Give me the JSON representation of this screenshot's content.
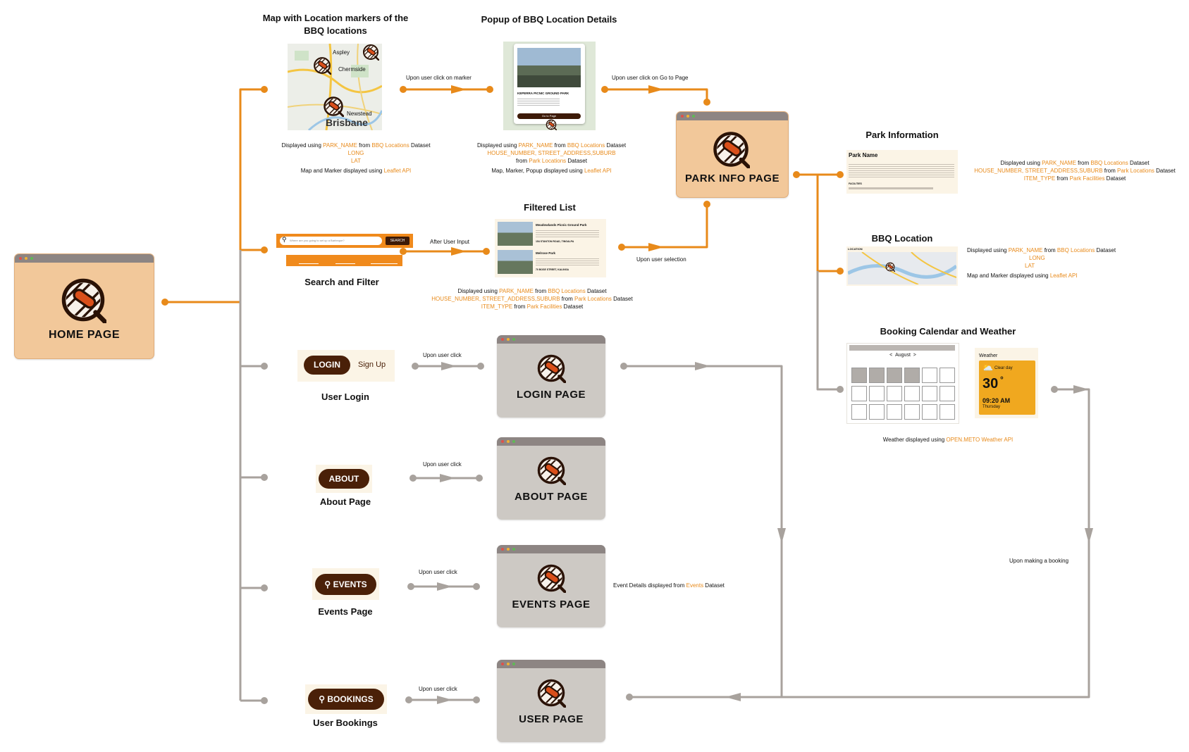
{
  "pages": {
    "home": "HOME PAGE",
    "park_info": "PARK INFO PAGE",
    "login": "LOGIN PAGE",
    "about": "ABOUT PAGE",
    "events": "EVENTS PAGE",
    "user": "USER PAGE"
  },
  "sections": {
    "map": {
      "title_line1": "Map with Location markers of the",
      "title_line2": "BBQ locations",
      "map_labels": [
        "Aspley",
        "Chermside",
        "Newstead",
        "Brisbane"
      ],
      "caption": {
        "pre": "Displayed using ",
        "field": "PARK_NAME",
        "mid": " from ",
        "dataset": "BBQ Locations",
        "post": " Dataset",
        "long": "LONG",
        "lat": "LAT",
        "api_pre": "Map and Marker displayed using ",
        "api": "Leaflet API"
      }
    },
    "popup": {
      "title": "Popup of BBQ Location Details",
      "card_title": "KEPERRA PICNIC GROUND PARK",
      "card_button": "Go to Page",
      "caption": {
        "pre": "Displayed using ",
        "field": "PARK_NAME",
        "mid": " from ",
        "dataset": "BBQ Locations",
        "post": " Dataset",
        "fields2": "HOUSE_NUMBER, STREET_ADDRESS,SUBURB",
        "from_pre": "from ",
        "dataset2": "Park Locations",
        "post2": " Dataset",
        "api_pre": "Map, Marker, Popup displayed using ",
        "api": "Leaflet API"
      }
    },
    "search": {
      "title": "Search and Filter",
      "placeholder": "Where are you going to set up a Barbeque?",
      "button": "SEARCH"
    },
    "filtered": {
      "title": "Filtered List",
      "items": [
        {
          "name": "Meadowlands Picnic Ground Park",
          "address": "154 STANTON ROAD, TINGALPA"
        },
        {
          "name": "Melrose Park",
          "address": "70 BOSE STREET, KALINGA"
        }
      ],
      "caption": {
        "pre": "Displayed using ",
        "field": "PARK_NAME",
        "mid": " from ",
        "dataset": "BBQ Locations",
        "post": " Dataset",
        "fields2": "HOUSE_NUMBER, STREET_ADDRESS,SUBURB",
        "from2": " from ",
        "dataset2": "Park Locations",
        "post2": " Dataset",
        "fields3": "ITEM_TYPE",
        "from3": " from ",
        "dataset3": "Park Facilities",
        "post3": " Dataset"
      }
    },
    "park_information": {
      "title": "Park Information",
      "card_title": "Park Name",
      "card_sub": "FACILITIES",
      "caption": {
        "pre": "Displayed using ",
        "field": "PARK_NAME",
        "mid": " from ",
        "dataset": "BBQ Locations",
        "post": " Dataset",
        "fields2": "HOUSE_NUMBER, STREET_ADDRESS,SUBURB",
        "from2": " from ",
        "dataset2": "Park Locations",
        "post2": " Dataset",
        "fields3": "ITEM_TYPE",
        "from3": " from ",
        "dataset3": "Park Facilities",
        "post3": " Dataset"
      }
    },
    "bbq_location": {
      "title": "BBQ Location",
      "card_label": "LOCATION",
      "caption": {
        "pre": "Displayed using ",
        "field": "PARK_NAME",
        "mid": " from ",
        "dataset": "BBQ Locations",
        "post": " Dataset",
        "long": "LONG",
        "lat": "LAT",
        "api_pre": "Map and Marker displayed using ",
        "api": "Leaflet API"
      }
    },
    "booking": {
      "title": "Booking Calendar and Weather",
      "month": "August",
      "prev": "<",
      "next": ">",
      "weather_header": "Weather",
      "condition": "Clear day",
      "temp": "30",
      "degree": "°",
      "time": "09:20 AM",
      "day": "Thursday",
      "caption_pre": "Weather displayed using ",
      "caption_api": "OPEN.METO Weather API"
    },
    "login": {
      "button": "LOGIN",
      "signup": "Sign Up",
      "title": "User Login"
    },
    "about": {
      "button": "ABOUT",
      "title": "About Page"
    },
    "events": {
      "button": "EVENTS",
      "title": "Events Page",
      "caption_pre": "Event Details displayed  from ",
      "caption_dataset": "Events",
      "caption_post": " Dataset"
    },
    "bookings": {
      "button": "BOOKINGS",
      "title": "User Bookings"
    }
  },
  "edges": {
    "marker": "Upon user click on marker",
    "goto": "Upon user click on Go to Page",
    "input": "After User Input",
    "selection": "Upon user selection",
    "click_login": "Upon user click",
    "click_about": "Upon user click",
    "click_events": "Upon user click",
    "click_bookings": "Upon user click",
    "booking": "Upon making a booking"
  },
  "colors": {
    "orange": "#e88a1a",
    "grey": "#a8a29d",
    "page_orange": "#f2c89a",
    "page_grey": "#cdc9c4",
    "brown": "#4a2008",
    "weather": "#f0a81f"
  }
}
